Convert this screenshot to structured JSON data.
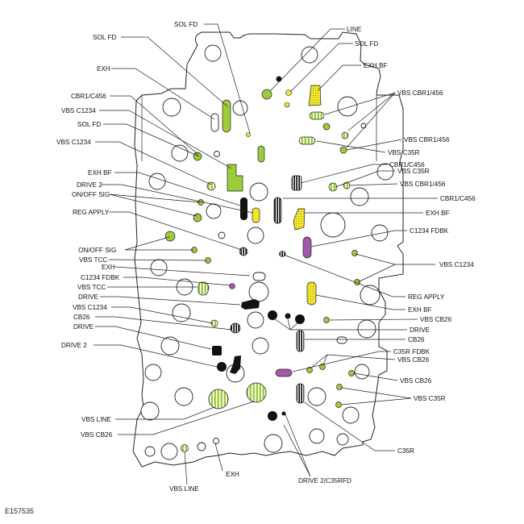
{
  "figure_id": "E157535",
  "colors": {
    "plate_outline": "#222222",
    "passage_green": "#9ccb3b",
    "passage_yellow": "#f2e52c",
    "passage_purple": "#a05aa6",
    "passage_black": "#111111"
  },
  "labels": {
    "sol_fd_top": "SOL FD",
    "line": "LINE",
    "sol_fd_right": "SOL FD",
    "sol_fd_left": "SOL FD",
    "exh_bf_top": "EXH BF",
    "exh_left": "EXH",
    "vbs_cbr1_456_a": "VBS CBR1/456",
    "cbr1_c456_left": "CBR1/C456",
    "vbs_c1234_left_a": "VBS C1234",
    "sol_fd_mid": "SOL FD",
    "vbs_cbr1_456_b": "VBS CBR1/456",
    "vbs_c1234_left_b": "VBS C1234",
    "vbs_c35r_a": "VBS C35R",
    "cbr1_c456_right_a": "CBR1/C456",
    "exh_bf_left": "EXH BF",
    "vbs_c35r_b": "VBS C35R",
    "drive_2_a": "DRIVE 2",
    "vbs_cbr1_456_c": "VBS CBR1/456",
    "on_off_sig_a": "ON/OFF SIG",
    "cbr1_c456_right_b": "CBR1/C456",
    "reg_apply_left": "REG APPLY",
    "exh_bf_right": "EXH BF",
    "c1234_fdbk_right": "C1234 FDBK",
    "on_off_sig_b": "ON/OFF SIG",
    "vbs_tcc_a": "VBS TCC",
    "vbs_c1234_right": "VBS C1234",
    "exh_mid": "EXH",
    "c1234_fdbk_left": "C1234 FDBK",
    "vbs_tcc_b": "VBS TCC",
    "reg_apply_right": "REG APPLY",
    "drive_a": "DRIVE",
    "exh_bf_low": "EXH BF",
    "vbs_c1234_low": "VBS C1234",
    "vbs_cb26_a": "VBS CB26",
    "cb26_left": "CB26",
    "drive_right": "DRIVE",
    "drive_b": "DRIVE",
    "cb26_right": "CB26",
    "drive_2_b": "DRIVE 2",
    "c35r_fdbk": "C35R FDBK",
    "vbs_cb26_b": "VBS CB26",
    "vbs_cb26_c": "VBS CB26",
    "vbs_c35r_c": "VBS C35R",
    "vbs_line_a": "VBS LINE",
    "vbs_cb26_d": "VBS CB26",
    "c35r": "C35R",
    "exh_bottom": "EXH",
    "vbs_line_b": "VBS LINE",
    "drive_2_c35rfd": "DRIVE 2/C35RFD"
  }
}
